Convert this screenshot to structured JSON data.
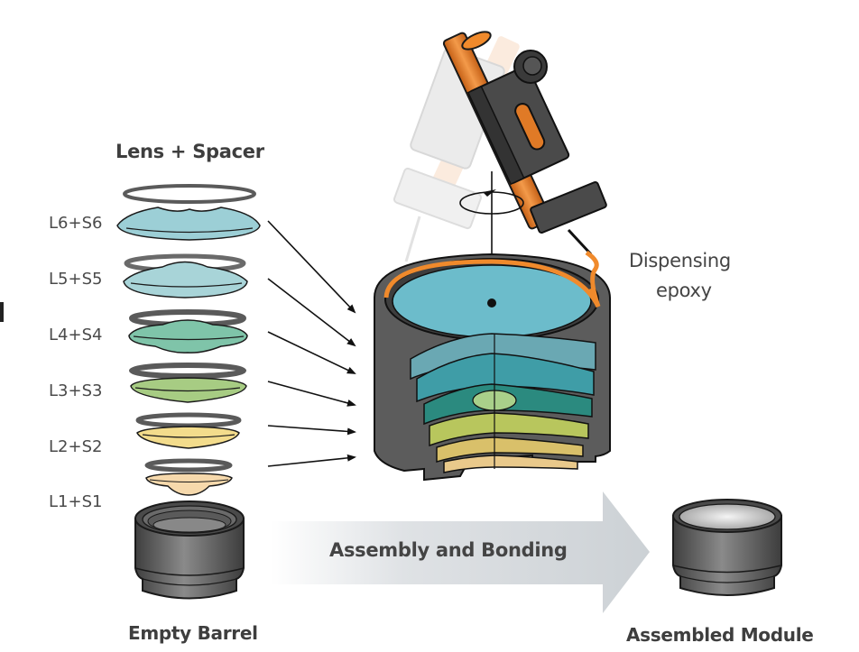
{
  "diagram": {
    "title_left": "Lens + Spacer",
    "lens_pairs": [
      {
        "label": "L6+S6",
        "lens_color": "#9ccfd6",
        "spacer_color": "#5a5a5a"
      },
      {
        "label": "L5+S5",
        "lens_color": "#a8d4d8",
        "spacer_color": "#5a5a5a"
      },
      {
        "label": "L4+S4",
        "lens_color": "#7fc4a9",
        "spacer_color": "#5a5a5a"
      },
      {
        "label": "L3+S3",
        "lens_color": "#a7cc83",
        "spacer_color": "#5a5a5a"
      },
      {
        "label": "L2+S2",
        "lens_color": "#f3dc8c",
        "spacer_color": "#5a5a5a"
      },
      {
        "label": "L1+S1",
        "lens_color": "#f6d9ac",
        "spacer_color": "#5a5a5a"
      }
    ],
    "empty_barrel_label": "Empty Barrel",
    "process_arrow_label": "Assembly and Bonding",
    "assembled_label": "Assembled Module",
    "dispensing_label_line1": "Dispensing",
    "dispensing_label_line2": "epoxy",
    "colors": {
      "epoxy": "#f08a2c",
      "barrel": "#5c5c5c",
      "barrel_dark": "#3a3a3a",
      "arrow_fill": "#d4d8dc",
      "water_blue": "#6cbccb"
    }
  }
}
